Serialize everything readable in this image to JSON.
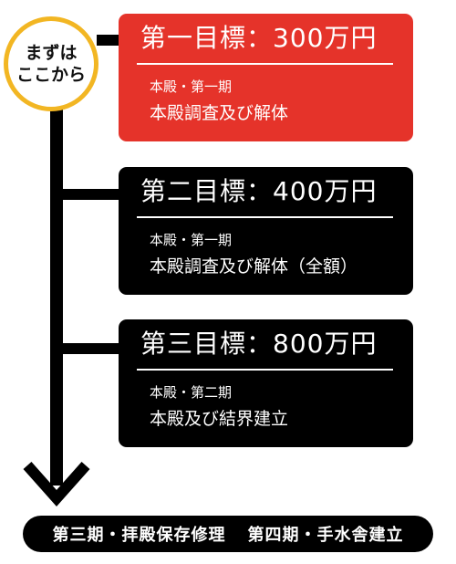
{
  "start_badge": {
    "line1": "まずは",
    "line2": "ここから",
    "border_color": "#f2b623"
  },
  "goals": [
    {
      "title": "第一目標：300万円",
      "phase": "本殿・第一期",
      "description": "本殿調査及び解体",
      "color": "#e5332a"
    },
    {
      "title": "第二目標：400万円",
      "phase": "本殿・第一期",
      "description": "本殿調査及び解体（全額）",
      "color": "#000000"
    },
    {
      "title": "第三目標：800万円",
      "phase": "本殿・第二期",
      "description": "本殿及び結界建立",
      "color": "#000000"
    }
  ],
  "final_phases": {
    "left": "第三期・拝殿保存修理",
    "right": "第四期・手水舎建立"
  }
}
